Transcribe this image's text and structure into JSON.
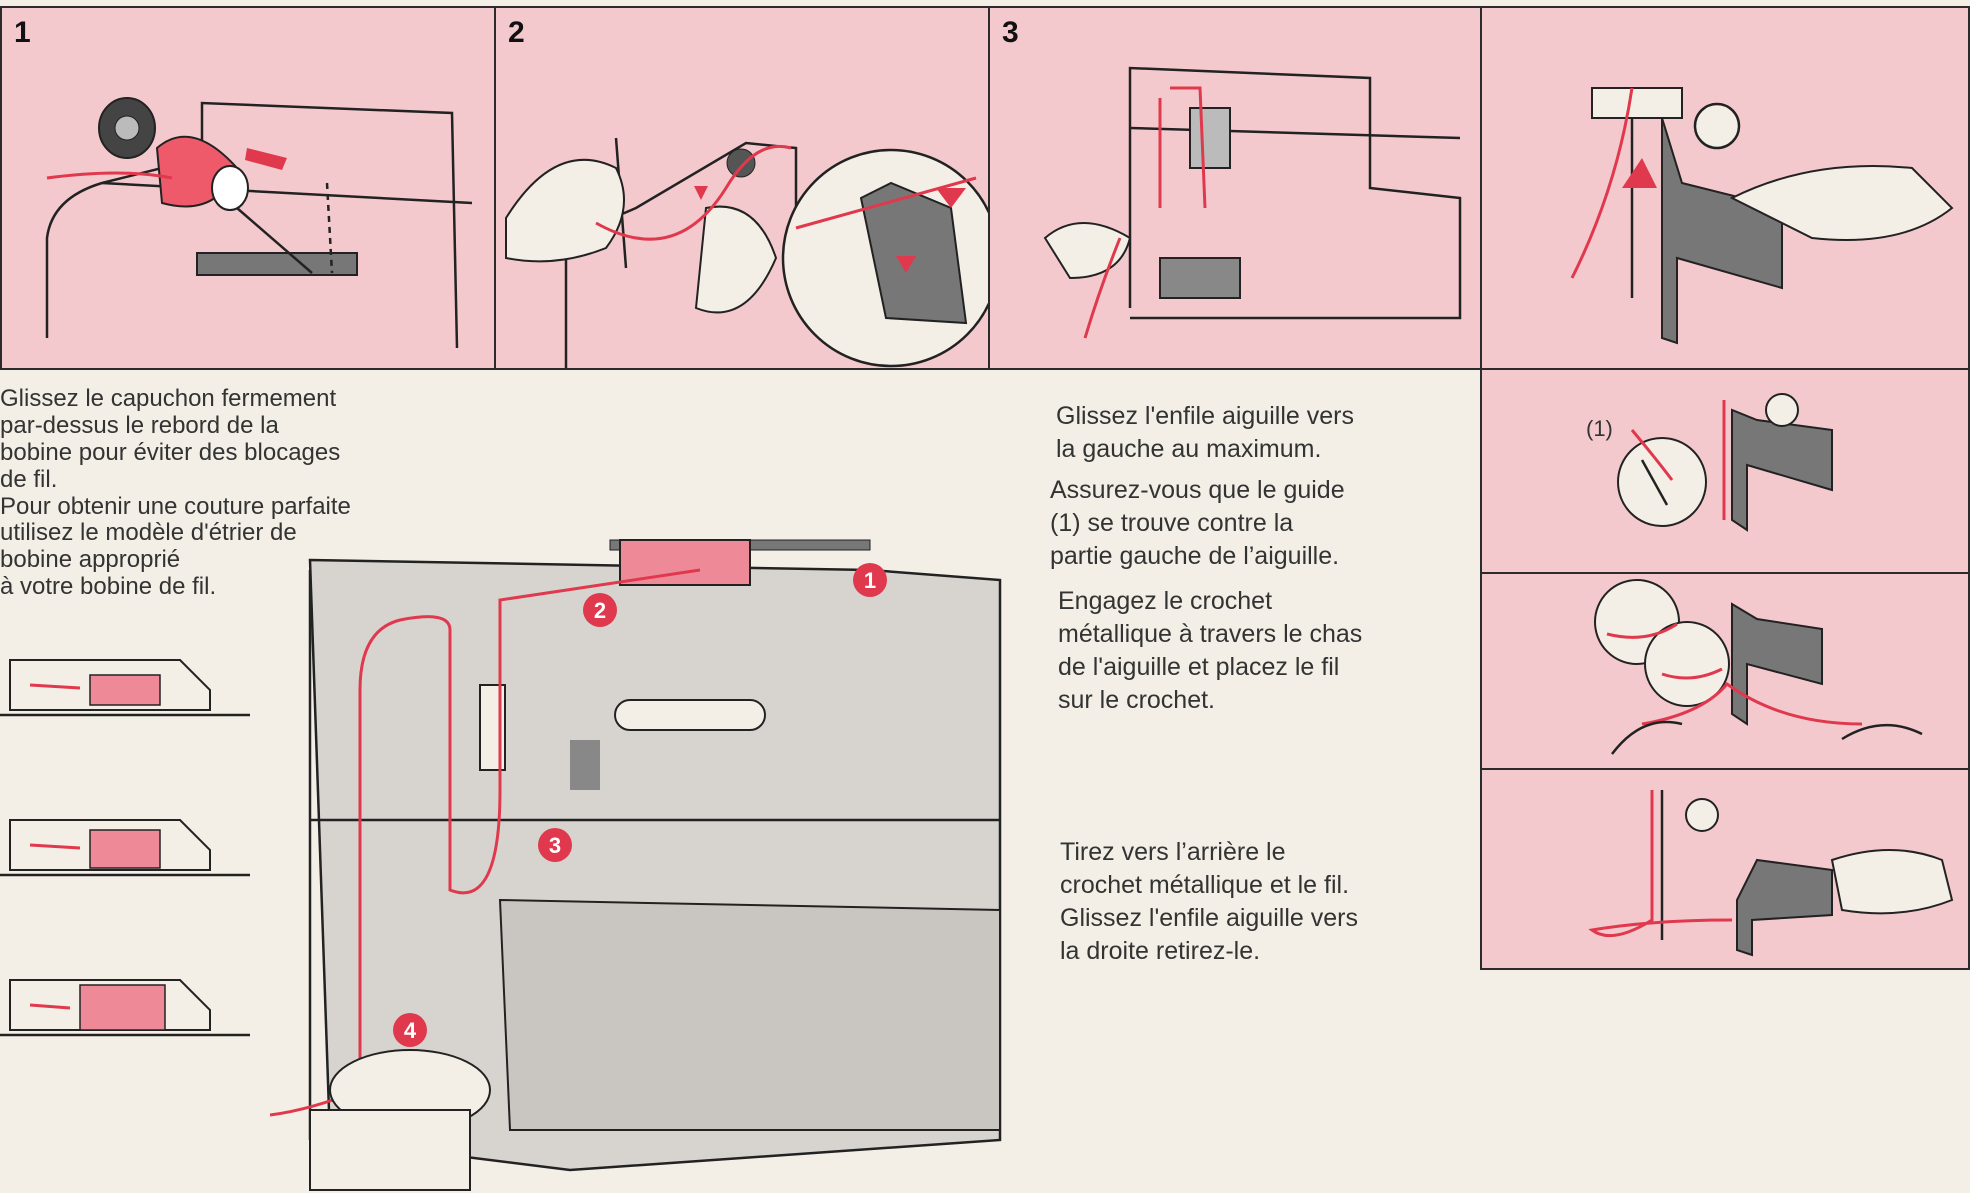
{
  "panels": [
    {
      "number": "1"
    },
    {
      "number": "2"
    },
    {
      "number": "3"
    }
  ],
  "left_text": {
    "line1": "Glissez le capuchon fermement",
    "line2": "par-dessus le rebord de la",
    "line3": "bobine pour  éviter des blocages",
    "line4": "de fil.",
    "line5": "Pour obtenir une couture parfaite",
    "line6": "utilisez le modèle d'étrier de",
    "line7": "bobine approprié",
    "line8": "à votre bobine de fil."
  },
  "right_text": {
    "p1_l1": "Glissez l'enfile aiguille vers",
    "p1_l2": "la gauche au maximum.",
    "p2_l1": "Assurez-vous que le guide",
    "p2_l2": "(1) se trouve contre la",
    "p2_l3": "partie gauche de l’aiguille.",
    "p3_l1": "Engagez le crochet",
    "p3_l2": "métallique à travers le chas",
    "p3_l3": "de l'aiguille et placez le fil",
    "p3_l4": "sur le crochet.",
    "p4_l1": "Tirez vers l’arrière le",
    "p4_l2": "crochet métallique et le fil.",
    "p4_l3": "Glissez l'enfile aiguille vers",
    "p4_l4": "la droite retirez-le."
  },
  "guide_label": "(1)",
  "thread_steps": [
    "1",
    "2",
    "3",
    "4"
  ],
  "colors": {
    "pink_panel": "#f4c9cd",
    "thread_red": "#e0394d",
    "paper": "#f3efe6",
    "ink": "#222222"
  }
}
